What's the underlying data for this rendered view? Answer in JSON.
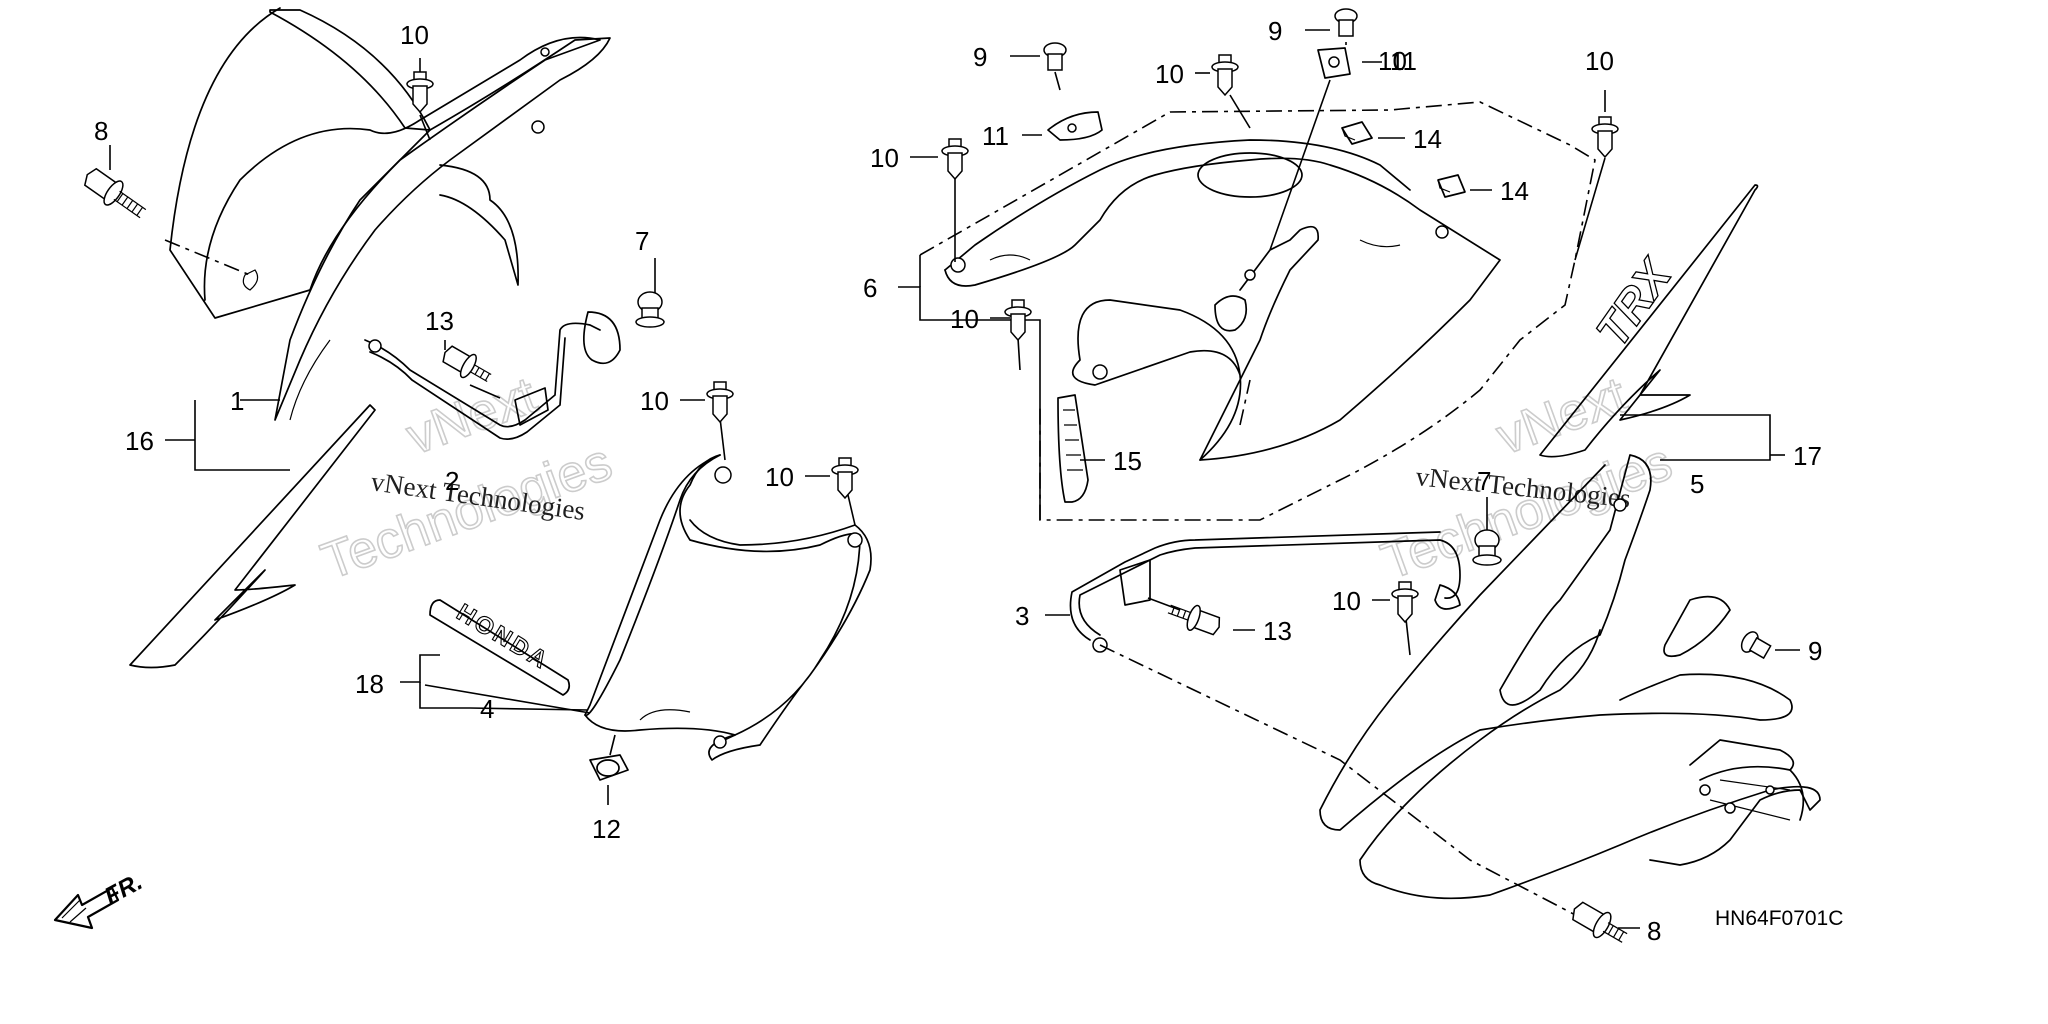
{
  "part_labels": {
    "l1": "1",
    "l2": "2",
    "l3": "3",
    "l4": "4",
    "l5": "5",
    "l6": "6",
    "l7a": "7",
    "l7b": "7",
    "l8a": "8",
    "l8b": "8",
    "l9a": "9",
    "l9b": "9",
    "l9c": "9",
    "l10a": "10",
    "l10b": "10",
    "l10c": "10",
    "l10d": "10",
    "l10e": "10",
    "l10f": "10",
    "l10g": "10",
    "l10h": "10",
    "l10i": "10",
    "l11a": "11",
    "l11b": "11",
    "l12": "12",
    "l13a": "13",
    "l13b": "13",
    "l14a": "14",
    "l14b": "14",
    "l15": "15",
    "l16": "16",
    "l17": "17",
    "l18": "18"
  },
  "diagram_code": "HN64F0701C",
  "front_indicator": "FR.",
  "emblem_text": "HONDA",
  "decal_text": "TRX",
  "watermark": {
    "line1": "vNext Technologies",
    "line2": "vNext",
    "line3": "Technologies"
  }
}
